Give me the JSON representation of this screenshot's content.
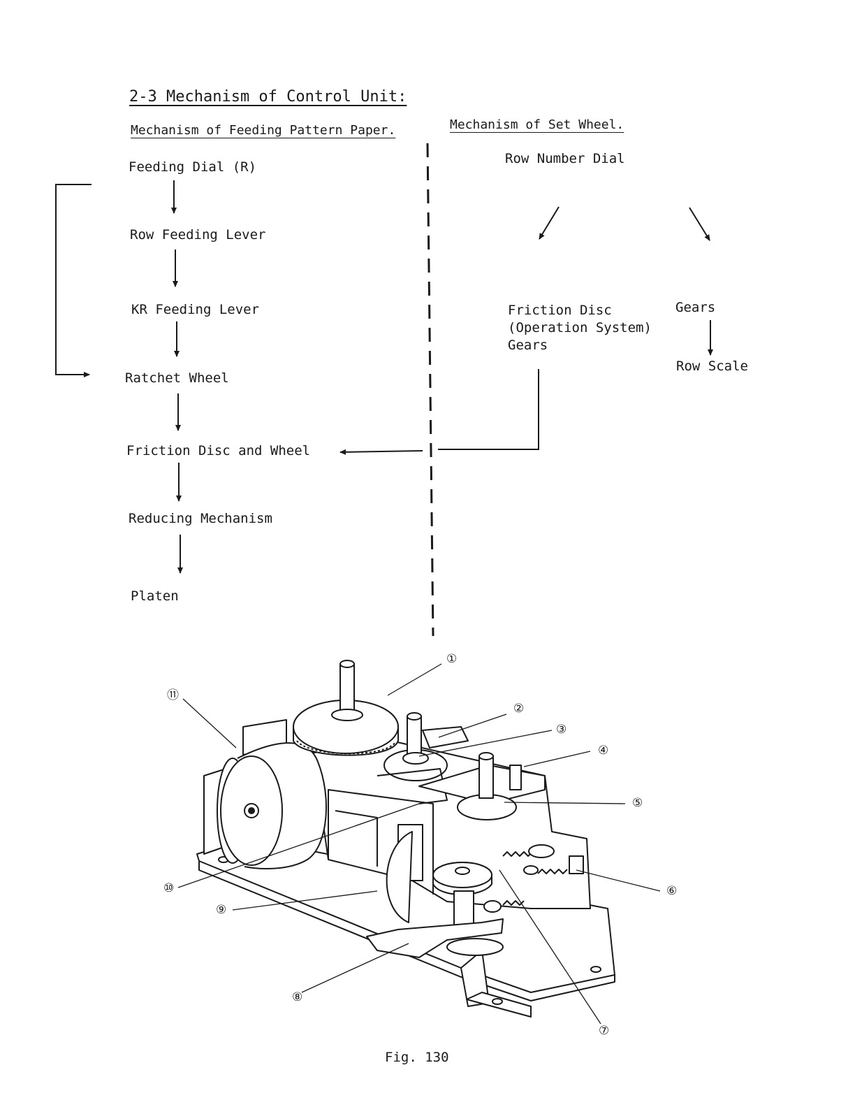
{
  "section_title": "2-3 Mechanism of Control Unit:",
  "left": {
    "heading": "Mechanism of Feeding Pattern Paper.",
    "steps": [
      "Feeding Dial (R)",
      "Row Feeding Lever",
      "KR Feeding Lever",
      "Ratchet Wheel",
      "Friction Disc and Wheel",
      "Reducing Mechanism",
      "Platen"
    ]
  },
  "right": {
    "heading": "Mechanism of Set Wheel.",
    "top": "Row Number Dial",
    "branch_left": "Friction Disc\n(Operation System)\nGears",
    "branch_right": "Gears",
    "branch_right_result": "Row Scale"
  },
  "figure": {
    "callouts": [
      "①",
      "②",
      "③",
      "④",
      "⑤",
      "⑥",
      "⑦",
      "⑧",
      "⑨",
      "⑩",
      "⑪"
    ],
    "caption": "Fig. 130"
  }
}
